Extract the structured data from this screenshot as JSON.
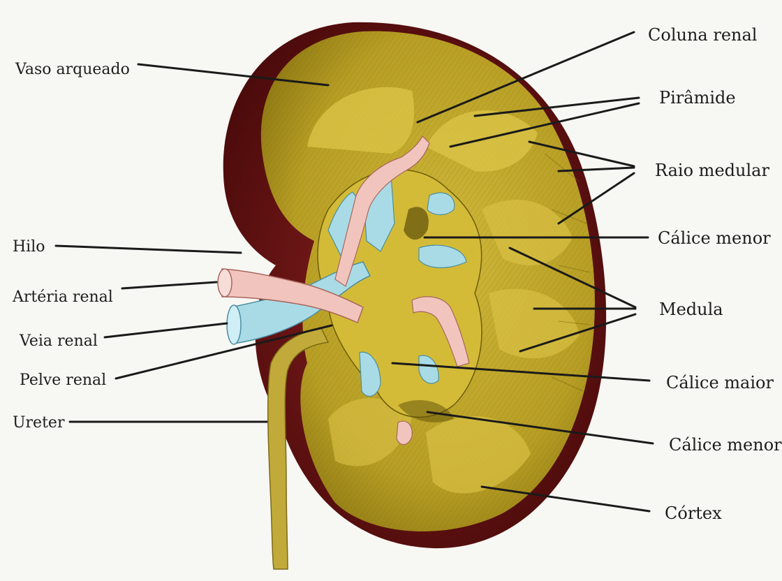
{
  "labels": {
    "vaso_arqueado": "Vaso arqueado",
    "coluna_renal": "Coluna renal",
    "piramide": "Pirâmide",
    "raio_medular": "Raio medular",
    "calice_menor_top": "Cálice menor",
    "hilo": "Hilo",
    "arteria_renal": "Artéria renal",
    "medula": "Medula",
    "veia_renal": "Veia renal",
    "pelve_renal": "Pelve renal",
    "calice_maior": "Cálice maior",
    "ureter": "Ureter",
    "calice_menor_bottom": "Cálice menor",
    "cortex": "Córtex"
  },
  "colors": {
    "background": "#f7f7f3",
    "capsule": "#6e1616",
    "parenchyma": "#c7ae2b",
    "parenchyma_dark": "#8e7a14",
    "calyx_light": "#e3d56a",
    "artery": "#f1c5bd",
    "vein": "#a9dbe6",
    "ureter": "#c2aa3a",
    "ink": "#1a1a1a"
  }
}
